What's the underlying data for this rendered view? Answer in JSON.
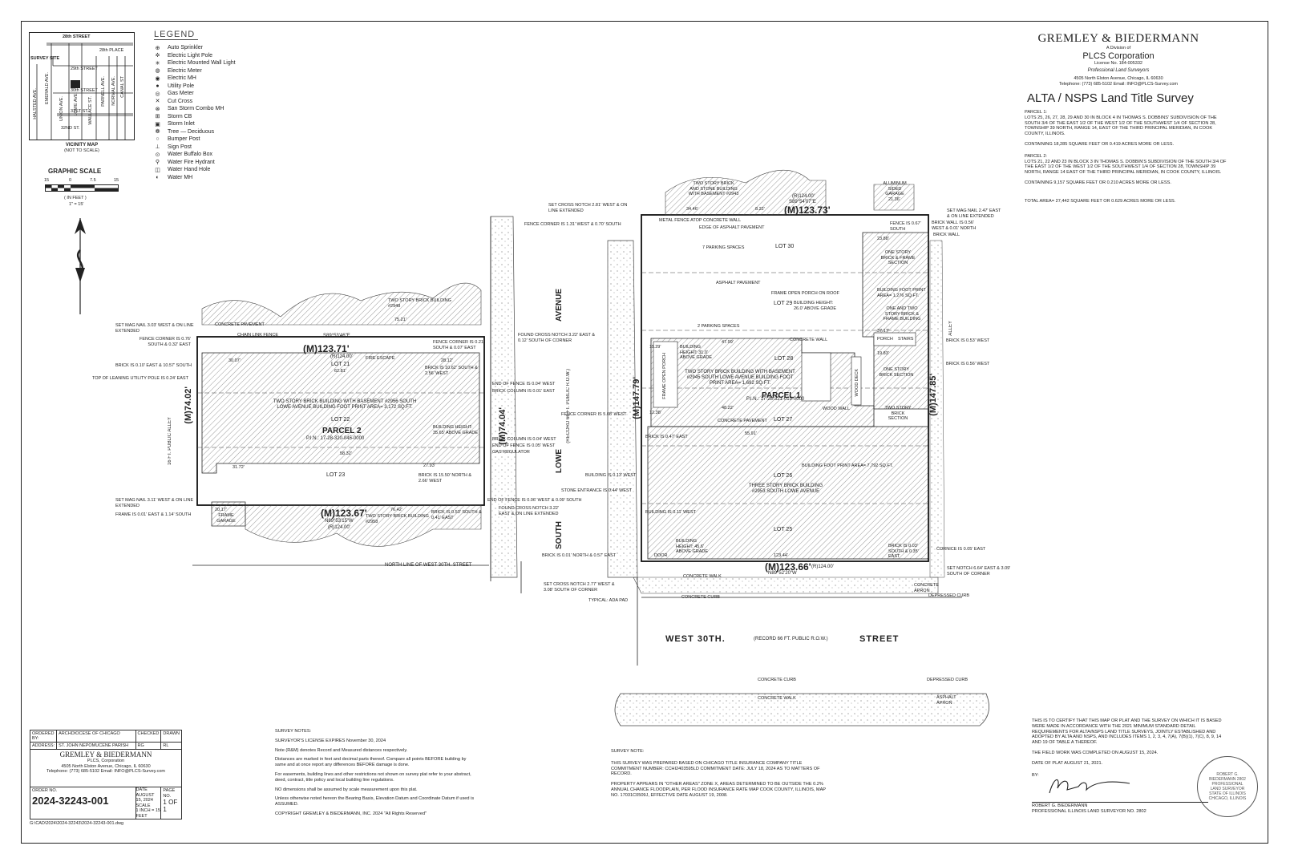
{
  "vicinity": {
    "caption": "VICINITY MAP",
    "caption2": "(NOT TO SCALE)",
    "survey_site": "SURVEY SITE",
    "streets_h": [
      "28th STREET",
      "28th PLACE",
      "29th STREET",
      "30th STREET",
      "31ST ST.",
      "32ND ST."
    ],
    "streets_v": [
      "HALSTED AVE.",
      "EMERALD AVE.",
      "UNION AVE.",
      "LOWE AVE.",
      "WALLACE ST.",
      "PARNELL AVE.",
      "NORMAL AVE.",
      "CANAL ST"
    ]
  },
  "graphic_scale": {
    "title": "GRAPHIC SCALE",
    "ticks": [
      "15",
      "0",
      "7.5",
      "15"
    ],
    "unit": "( IN FEET )",
    "ratio": "1\" = 15'"
  },
  "legend": {
    "title": "LEGEND",
    "items": [
      {
        "icon": "sprinkler-icon",
        "glyph": "⊕",
        "label": "Auto Sprinkler"
      },
      {
        "icon": "light-pole-icon",
        "glyph": "✲",
        "label": "Electric Light Pole"
      },
      {
        "icon": "wall-light-icon",
        "glyph": "✳",
        "label": "Electric Mounted Wall Light"
      },
      {
        "icon": "electric-meter-icon",
        "glyph": "◍",
        "label": "Electric Meter"
      },
      {
        "icon": "electric-mh-icon",
        "glyph": "◉",
        "label": "Electric MH"
      },
      {
        "icon": "utility-pole-icon",
        "glyph": "●",
        "label": "Utility Pole"
      },
      {
        "icon": "gas-meter-icon",
        "glyph": "◎",
        "label": "Gas Meter"
      },
      {
        "icon": "cut-cross-icon",
        "glyph": "✕",
        "label": "Cut Cross"
      },
      {
        "icon": "san-storm-mh-icon",
        "glyph": "⊗",
        "label": "San Storm Combo MH"
      },
      {
        "icon": "storm-cb-icon",
        "glyph": "⊞",
        "label": "Storm CB"
      },
      {
        "icon": "storm-inlet-icon",
        "glyph": "▣",
        "label": "Storm Inlet"
      },
      {
        "icon": "tree-icon",
        "glyph": "❁",
        "label": "Tree — Deciduous"
      },
      {
        "icon": "bumper-post-icon",
        "glyph": "○",
        "label": "Bumper Post"
      },
      {
        "icon": "sign-post-icon",
        "glyph": "⊥",
        "label": "Sign Post"
      },
      {
        "icon": "water-buffalo-box-icon",
        "glyph": "⊙",
        "label": "Water Buffalo Box"
      },
      {
        "icon": "fire-hydrant-icon",
        "glyph": "⚲",
        "label": "Water Fire Hydrant"
      },
      {
        "icon": "water-hand-hole-icon",
        "glyph": "◫",
        "label": "Water Hand Hole"
      },
      {
        "icon": "water-mh-icon",
        "glyph": "◐",
        "label": "Water MH"
      }
    ]
  },
  "firm": {
    "name": "GREMLEY & BIEDERMANN",
    "division": "A Division of",
    "corp": "PLCS Corporation",
    "license": "License No. 184-005332",
    "tagline": "Professional Land Surveyors",
    "address": "4505 North Elston Avenue, Chicago, IL 60630",
    "contact": "Telephone: (773) 685-5102  Email: INFO@PLCS-Survey.com"
  },
  "survey": {
    "title": "ALTA / NSPS Land Title Survey",
    "parcel1_head": "PARCEL 1:",
    "parcel1_text": "LOTS 25, 26, 27, 28, 29 AND 30 IN BLOCK 4 IN THOMAS S. DOBBINS' SUBDIVISION OF THE SOUTH 3/4 OF THE EAST 1/2 OF THE WEST 1/2 OF THE SOUTHWEST 1/4 OF SECTION 28, TOWNSHIP 39 NORTH, RANGE 14, EAST OF THE THIRD PRINCIPAL MERIDIAN, IN COOK COUNTY, ILLINOIS.",
    "parcel1_area": "CONTAINING 18,285 SQUARE FEET OR 0.419 ACRES MORE OR LESS.",
    "parcel2_head": "PARCEL 2:",
    "parcel2_text": "LOTS 21, 22 AND 23 IN BLOCK 3 IN THOMAS S. DOBBIN'S SUBDIVISION OF THE SOUTH 3/4 OF THE EAST 1/2 OF THE WEST 1/2 OF THE SOUTHWEST 1/4 OF SECTION 28, TOWNSHIP 39 NORTH, RANGE 14 EAST OF THE THIRD PRINCIPAL MERIDIAN, IN COOK COUNTY, ILLINOIS.",
    "parcel2_area": "CONTAINING 9,157 SQUARE FEET OR 0.210 ACRES MORE OR LESS.",
    "total_area": "TOTAL AREA= 27,442 SQUARE FEET OR 0.629 ACRES MORE OR LESS."
  },
  "plat": {
    "streets": {
      "south_lowe": [
        "SOUTH",
        "LOWE",
        "AVENUE"
      ],
      "lowe_record": "(RECORD 66 FT. PUBLIC R.O.W.)",
      "west30": [
        "WEST 30TH.",
        "STREET"
      ],
      "west30_record": "(RECORD 66 FT. PUBLIC R.O.W.)",
      "north_line": "NORTH LINE OF WEST 30TH. STREET",
      "alley_w": "16 FT. PUBLIC ALLEY",
      "alley_e": "ALLEY"
    },
    "parcel2": {
      "label": "PARCEL 2",
      "pin": "P.I.N.: 17-28-320-045-0000",
      "lots": [
        "LOT 21",
        "LOT 22",
        "LOT 23"
      ],
      "north_dim": "(M)123.71'",
      "north_bearing": "S89°53'46\"E",
      "north_record": "(R)124.00'",
      "south_dim": "(M)123.67'",
      "south_bearing": "N89°53'15\"W",
      "south_record": "(R)124.00'",
      "west_dim": "(M)74.02'",
      "east_dim": "(M)74.04'",
      "building": "TWO STORY BRICK BUILDING WITH BASEMENT #2956 SOUTH LOWE AVENUE BUILDING FOOT PRINT AREA= 3,172 SQ.FT.",
      "height": "BUILDING HEIGHT: 35.65' ABOVE GRADE",
      "fire_escape": "FIRE ESCAPE",
      "north_neighbor": "TWO STORY BRICK BUILDING #2948",
      "south_neighbor": "TWO STORY BRICK BUILDING #2958",
      "garage": "FRAME GARAGE",
      "walk_n": "CONCRETE PAVEMENT",
      "fence": "CHAIN LINK FENCE",
      "dims": [
        "30.07'",
        "62.81'",
        "28.12'",
        "58.32'",
        "31.72'",
        "27.93'",
        "76.42'",
        "20.17'",
        "75.21'"
      ],
      "notes_left": [
        "SET MAG NAIL 3.03' WEST & ON LINE EXTENDED",
        "FENCE CORNER IS 0.76' SOUTH & 0.32' EAST",
        "BRICK IS 0.10' EAST & 10.57' SOUTH",
        "TOP OF LEANING UTILITY POLE IS 0.24' EAST",
        "SET MAG NAIL 3.11' WEST & ON LINE EXTENDED",
        "FRAME IS 0.01' EAST & 1.14' SOUTH"
      ],
      "notes_right": [
        "FOUND CROSS NOTCH 3.22' EAST & 0.12' SOUTH OF CORNER",
        "FENCE CORNER IS 0.21' SOUTH & 0.07' EAST",
        "BRICK IS 10.62' SOUTH & 2.56' WEST",
        "END OF FENCE IS 0.04' WEST",
        "BRICK COLUMN IS 0.01' EAST",
        "BRICK COLUMN IS 0.04' WEST",
        "END OF FENCE IS 0.05' WEST",
        "GAS REGULATOR",
        "BRICK IS 15.50' NORTH & 2.66' WEST",
        "END OF FENCE IS 0.06' WEST & 0.09' SOUTH",
        "FOUND CROSS NOTCH 3.22' EAST & ON LINE EXTENDED",
        "BRICK IS 0.53' SOUTH & 0.41' EAST"
      ]
    },
    "parcel1": {
      "label": "PARCEL 1",
      "pin": "P.I.N.: 17-28-321-019-0000",
      "lots": [
        "LOT 30",
        "LOT 29",
        "LOT 28",
        "LOT 27",
        "LOT 26",
        "LOT 25"
      ],
      "north_dim": "(M)123.73'",
      "north_bearing": "S89°54'07\"E",
      "north_record": "(R)124.00'",
      "south_dim": "(M)123.66'",
      "south_bearing": "N89°52'20\"W",
      "south_record": "(R)124.00'",
      "west_dim": "(M)147.79'",
      "east_dim": "(M)147.85'",
      "parking1": "7 PARKING SPACES",
      "parking2": "2 PARKING SPACES",
      "asphalt": "ASPHALT PAVEMENT",
      "metal_fence": "METAL FENCE ATOP CONCRETE WALL",
      "edge_asphalt": "EDGE OF ASPHALT PAVEMENT",
      "porch_roof": "FRAME OPEN PORCH ON ROOF",
      "height29": "BUILDING HEIGHT: 26.0' ABOVE GRADE",
      "building28": "TWO STORY BRICK BUILDING WITH BASEMENT #2945 SOUTH LOWE AVENUE BUILDING FOOT PRINT AREA= 1,692 SQ.FT.",
      "height28": "BUILDING HEIGHT: 31.0' ABOVE GRADE",
      "building26": "THREE STORY BRICK BUILDING #2953 SOUTH LOWE AVENUE",
      "area26": "BUILDING FOOT PRINT AREA= 7,792 SQ.FT.",
      "height25": "BUILDING HEIGHT: 45.6' ABOVE GRADE",
      "east_bldg": "ONE AND TWO STORY BRICK & FRAME BUILDING",
      "east_area": "BUILDING FOOT PRINT AREA= 1,276 SQ.FT.",
      "one_story_frame": "ONE STORY BRICK & FRAME SECTION",
      "one_story_brick": "ONE STORY BRICK SECTION",
      "two_story_brick": "TWO STORY BRICK SECTION",
      "north_neighbor": "TWO STORY BRICK AND STONE BUILDING WITH BASEMENT #2943",
      "garage_n": "ALUMINUM SIDED GARAGE",
      "wood_deck": "WOOD DECK",
      "wood_wall": "WOOD WALL",
      "stairs": "STAIRS",
      "porch": "PORCH",
      "concrete_wall": "CONCRETE WALL",
      "frame_open_porch": "FRAME OPEN PORCH",
      "concrete_pavement": "CONCRETE PAVEMENT",
      "dims": [
        "34.46'",
        "8.22'",
        "21.36'",
        "23.88'",
        "47.99'",
        "37.17'",
        "19.83'",
        "48.22'",
        "55.91'",
        "123.44'",
        "11.29'",
        "12.38'"
      ],
      "notes": [
        "SET CROSS NOTCH 2.81' WEST & ON LINE EXTENDED",
        "FENCE CORNER IS 1.31' WEST & 0.70' SOUTH",
        "FENCE CORNER IS 5.08' WEST",
        "BRICK IS 0.47' EAST",
        "BUILDING IS 0.13' WEST",
        "STONE ENTRANCE IS 0.44' WEST",
        "BUILDING IS 0.11' WEST",
        "BRICK IS 0.01' NORTH & 0.57' EAST",
        "SET CROSS NOTCH 2.77' WEST & 3.08' SOUTH OF CORNER",
        "TYPICAL: ADA PAD",
        "SET MAG NAIL 2.47' EAST & ON LINE EXTENDED",
        "BRICK WALL IS 0.56' WEST & 0.01' NORTH",
        "BRICK WALL",
        "FENCE IS 0.67' SOUTH",
        "BRICK IS 0.53' WEST",
        "BRICK IS 0.56' WEST",
        "BRICK IS 0.03' SOUTH & 0.35' EAST",
        "CORNICE IS 0.05' EAST",
        "SET NOTCH 6.64' EAST & 3.09' SOUTH OF CORNER",
        "DEPRESSED CURB",
        "CONCRETE APRON",
        "ASPHALT APRON",
        "CONCRETE CURB",
        "CONCRETE WALK",
        "DOOR"
      ]
    }
  },
  "title_block": {
    "ordered_by_label": "ORDERED BY:",
    "ordered_by": "ARCHDIOCESE OF CHICAGO",
    "address_label": "ADDRESS:",
    "address": "ST. JOHN NEPOMUCENE PARISH",
    "checked": "CHECKED",
    "drawn": "DRAWN",
    "checked_val": "RG",
    "drawn_val": "RL",
    "firm": "GREMLEY & BIEDERMANN",
    "corp": "PLCS, Corporation",
    "order_no_label": "ORDER NO.",
    "order_no": "2024-32243-001",
    "date_label": "DATE",
    "date": "AUGUST 15, 2024",
    "scale_label": "SCALE",
    "scale": "1 INCH = 15 FEET",
    "page_label": "PAGE NO.",
    "page": "1 OF 1",
    "path": "G:\\CAD\\2024\\2024-32243\\2024-32243-001.dwg"
  },
  "notes": {
    "survey_head": "SURVEY NOTES:",
    "survey_items": [
      "SURVEYOR'S LICENSE EXPIRES November 30, 2024",
      "Note (R&M) denotes Record and Measured distances respectively.",
      "Distances are marked in feet and decimal parts thereof. Compare all points BEFORE building by same and at once report any differences BEFORE damage is done.",
      "For easements, building lines and other restrictions not shown on survey plat refer to your abstract, deed, contract, title policy and local building line regulations.",
      "NO dimensions shall be assumed by scale measurement upon this plat.",
      "Unless otherwise noted hereon the Bearing Basis, Elevation Datum and Coordinate Datum if used is ASSUMED.",
      "COPYRIGHT GREMLEY & BIEDERMANN, INC. 2024 \"All Rights Reserved\""
    ],
    "surveyor_head": "SURVEY NOTE:",
    "surveyor_text": "THIS SURVEY WAS PREPARED BASED ON CHICAGO TITLE INSURANCE COMPANY TITLE COMMITMENT NUMBER: CCHI2403595LD COMMITMENT DATE: JULY 18, 2024 AS TO MATTERS OF RECORD.",
    "flood_text": "PROPERTY APPEARS IN \"OTHER AREAS\" ZONE X, AREAS DETERMINED TO BE OUTSIDE THE 0.2% ANNUAL CHANCE FLOODPLAIN, PER FLOOD INSURANCE RATE MAP COOK COUNTY, ILLINOIS, MAP NO. 17031C0509J, EFFECTIVE DATE AUGUST 19, 2008."
  },
  "certification": {
    "text": "THIS IS TO CERTIFY THAT THIS MAP OR PLAT AND THE SURVEY ON WHICH IT IS BASED WERE MADE IN ACCORDANCE WITH THE 2021 MINIMUM STANDARD DETAIL REQUIREMENTS FOR ALTA/NSPS LAND TITLE SURVEYS, JOINTLY ESTABLISHED AND ADOPTED BY ALTA AND NSPS, AND INCLUDES ITEMS 1, 2, 3, 4, 7(A), 7(B)(1), 7(C), 8, 9, 14 AND 19 OF TABLE A THEREOF.",
    "field_work": "THE FIELD WORK WAS COMPLETED ON AUGUST 15, 2024.",
    "plat_date": "DATE OF PLAT AUGUST 21, 2021.",
    "by": "BY:",
    "surveyor": "ROBERT G. BIEDERMANN",
    "surveyor_title": "PROFESSIONAL ILLINOIS LAND SURVEYOR NO. 2802",
    "seal": "ROBERT G. BIEDERMANN 2802 PROFESSIONAL LAND SURVEYOR STATE OF ILLINOIS CHICAGO, ILLINOIS"
  }
}
